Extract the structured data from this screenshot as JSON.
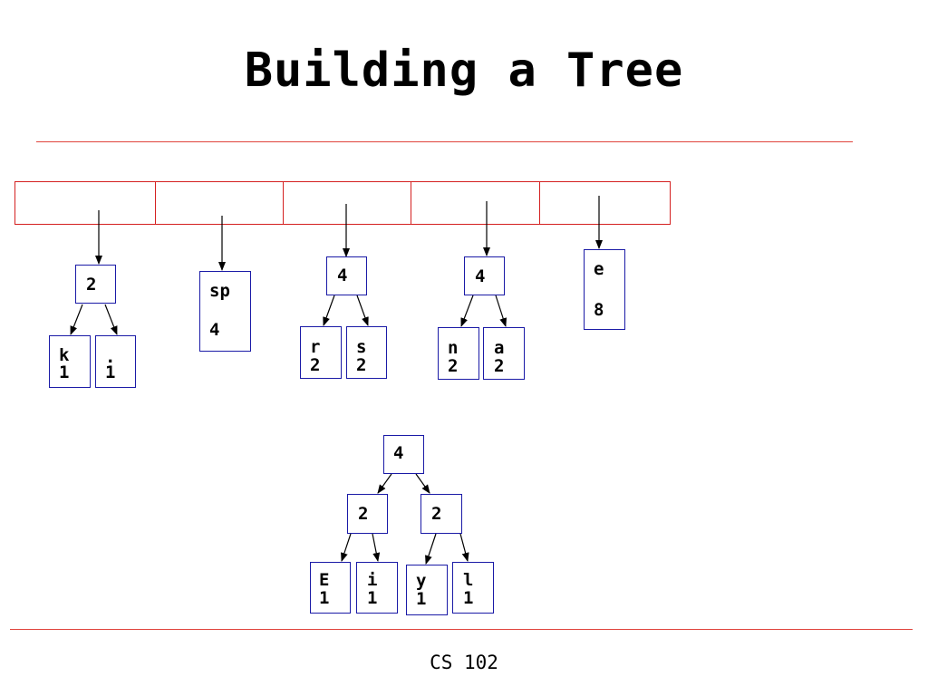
{
  "slide": {
    "title": "Building a Tree",
    "footer": "CS 102"
  },
  "colors": {
    "rule": "#e0443c",
    "queue_border": "#d42020",
    "node_border": "#1a1aa6",
    "arrow": "#000000"
  },
  "trees": [
    {
      "root": "2",
      "left": {
        "char": "k",
        "count": "1"
      },
      "right": {
        "char": ".",
        "count": "1"
      }
    },
    {
      "leaf": {
        "char": "sp",
        "count": "4"
      }
    },
    {
      "root": "4",
      "left": {
        "char": "r",
        "count": "2"
      },
      "right": {
        "char": "s",
        "count": "2"
      }
    },
    {
      "root": "4",
      "left": {
        "char": "n",
        "count": "2"
      },
      "right": {
        "char": "a",
        "count": "2"
      }
    },
    {
      "leaf": {
        "char": "e",
        "count": "8"
      }
    }
  ],
  "pending_tree": {
    "root": "4",
    "left": {
      "weight": "2",
      "left": {
        "char": "E",
        "count": "1"
      },
      "right": {
        "char": "i",
        "count": "1"
      }
    },
    "right": {
      "weight": "2",
      "left": {
        "char": "y",
        "count": "1"
      },
      "right": {
        "char": "l",
        "count": "1"
      }
    }
  }
}
